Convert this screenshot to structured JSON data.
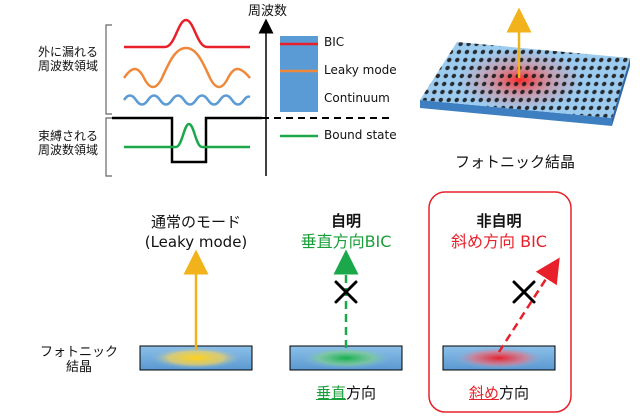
{
  "top_diagram": {
    "leaky_region_label": "外に漏れる\n周波数領域",
    "bound_region_label": "束縛される\n周波数領域",
    "axis_title": "周波数",
    "legend": {
      "bic": "BIC",
      "leaky_mode": "Leaky mode",
      "continuum": "Continuum",
      "bound_state": "Bound state"
    }
  },
  "photonic_crystal": {
    "label": "フォトニック結晶"
  },
  "bottom_diagram": {
    "row_label": "フォトニック\n結晶",
    "col1": {
      "title_line1": "通常のモード",
      "title_line2": "(Leaky mode)"
    },
    "col2": {
      "heading": "自明",
      "subtitle": "垂直方向BIC",
      "caption_highlight": "垂直",
      "caption_rest": "方向",
      "cross": "×"
    },
    "col3": {
      "heading": "非自明",
      "subtitle": "斜め方向 BIC",
      "caption_highlight": "斜め",
      "caption_rest": "方向",
      "cross": "×"
    }
  },
  "colors": {
    "bic_red": "#e8202a",
    "leaky_orange": "#f0883a",
    "continuum_blue": "#5b9bd5",
    "bound_green": "#1aa84a",
    "arrow_gold": "#f2b21c",
    "panel_border": "#e8202a"
  }
}
